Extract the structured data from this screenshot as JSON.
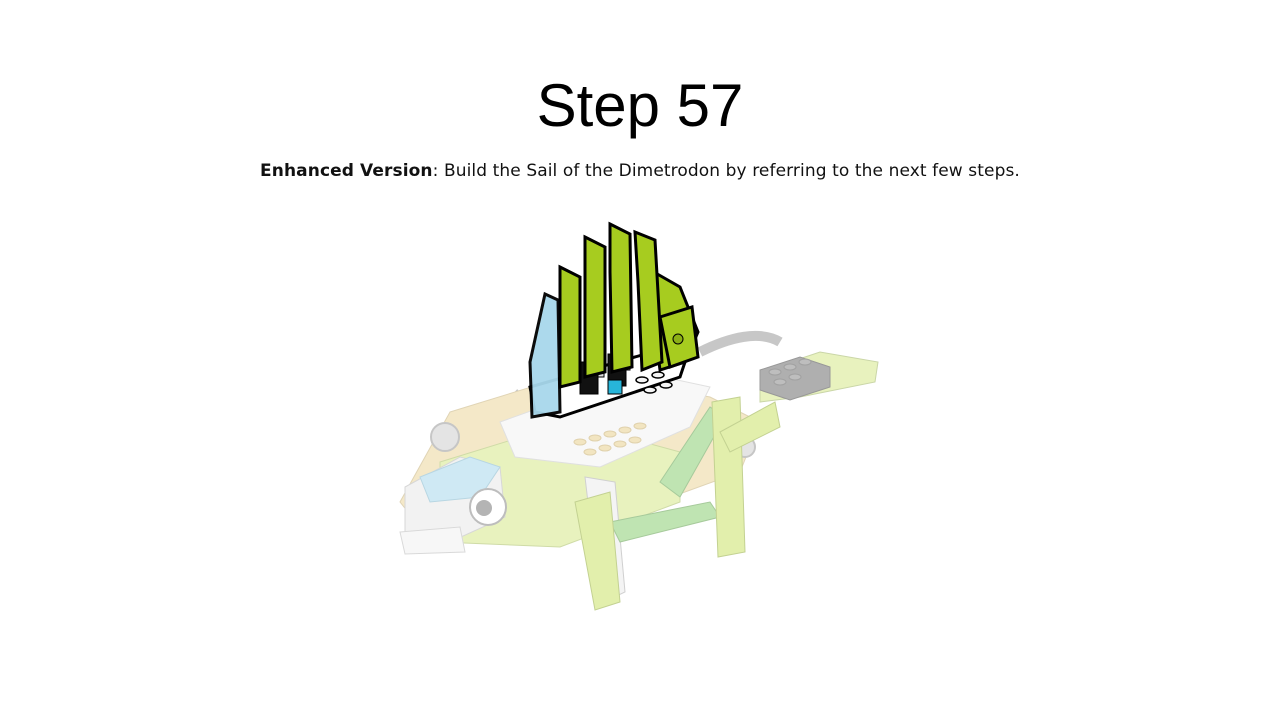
{
  "slide": {
    "title": "Step 57",
    "instruction_label": "Enhanced Version",
    "instruction_separator": ":",
    "instruction_text": " Build the Sail of the Dimetrodon by referring to the next few steps."
  },
  "illustration": {
    "subject": "dimetrodon-lego-model",
    "colors": {
      "lime": "#a7cc1f",
      "lime_light": "#d6e88a",
      "tan": "#ecd79c",
      "grey": "#bfbfbf",
      "dark_grey": "#555555",
      "light_blue": "#a8d8ec",
      "green_beam": "#7fbf6a",
      "outline": "#000000"
    }
  }
}
